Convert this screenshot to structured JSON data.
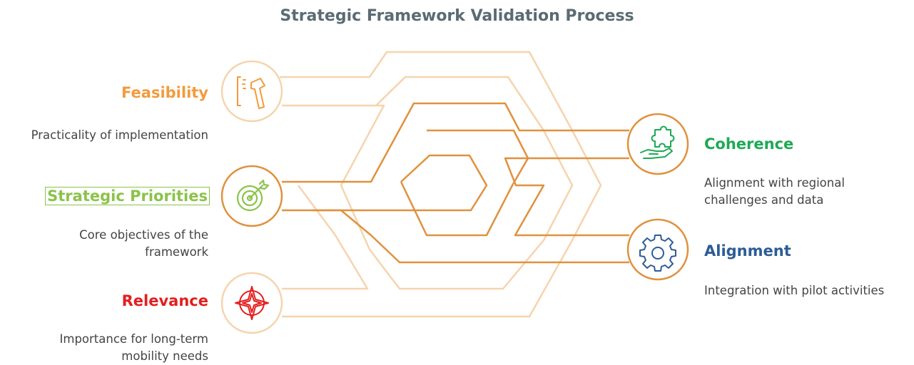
{
  "title": "Strategic Framework Validation Process",
  "items": [
    {
      "id": "feasibility",
      "label": "Feasibility",
      "description": "Practicality of implementation",
      "color": "#f29b3d",
      "icon": "hammer-icon"
    },
    {
      "id": "strategic",
      "label": "Strategic Priorities",
      "description": "Core objectives of the framework",
      "color": "#8bc34a",
      "icon": "target-icon"
    },
    {
      "id": "relevance",
      "label": "Relevance",
      "description": "Importance for long-term mobility needs",
      "color": "#e41e1e",
      "icon": "compass-icon"
    },
    {
      "id": "coherence",
      "label": "Coherence",
      "description": "Alignment with regional challenges and data",
      "color": "#1daa54",
      "icon": "puzzle-hand-icon"
    },
    {
      "id": "alignment",
      "label": "Alignment",
      "description": "Integration with pilot activities",
      "color": "#2d5c96",
      "icon": "gear-icon"
    }
  ],
  "colors": {
    "path_dark": "#e0913e",
    "path_light": "#f6d4ae",
    "title": "#5a6b73"
  }
}
